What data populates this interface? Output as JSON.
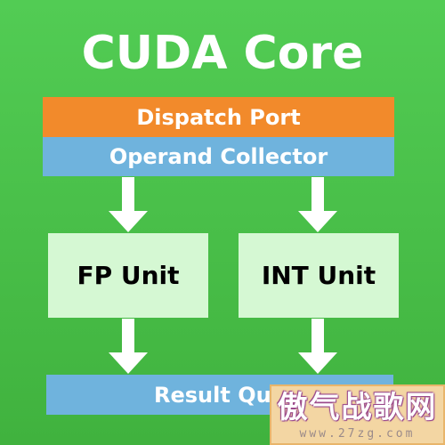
{
  "diagram": {
    "title": "CUDA Core",
    "dispatch_port": "Dispatch Port",
    "operand_collector": "Operand Collector",
    "fp_unit": "FP Unit",
    "int_unit": "INT Unit",
    "result_queue": "Result Que"
  },
  "watermark": {
    "brand": "傲气战歌网",
    "url": "www.27zg.com"
  },
  "colors": {
    "background": "#4cc24b",
    "dispatch_port": "#f28a2b",
    "operand_collector": "#6fb3dd",
    "unit_box": "#d5f8d3",
    "result_queue": "#6fb3dd"
  }
}
